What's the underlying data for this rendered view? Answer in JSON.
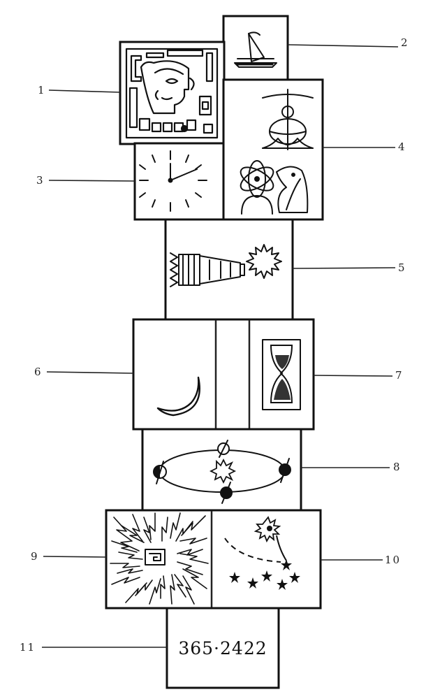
{
  "labels": [
    "1",
    "2",
    "3",
    "4",
    "5",
    "6",
    "7",
    "8",
    "9",
    "10",
    "11"
  ],
  "value": "365·2422",
  "panels": [
    {
      "id": "1",
      "icon": "mayan-glyph-icon"
    },
    {
      "id": "2",
      "icon": "sundial-icon"
    },
    {
      "id": "3",
      "icon": "clock-icon"
    },
    {
      "id": "4",
      "icon": "armillary-atom-icon"
    },
    {
      "id": "5",
      "icon": "telescope-sun-icon"
    },
    {
      "id": "6",
      "icon": "crescent-moon-icon"
    },
    {
      "id": "7",
      "icon": "hourglass-icon"
    },
    {
      "id": "8",
      "icon": "earth-orbit-icon"
    },
    {
      "id": "9",
      "icon": "spiral-sun-icon"
    },
    {
      "id": "10",
      "icon": "comet-stars-icon"
    },
    {
      "id": "11",
      "icon": "year-length-number"
    }
  ]
}
